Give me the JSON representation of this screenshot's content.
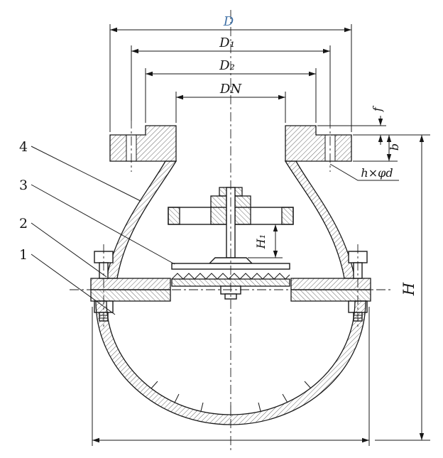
{
  "drawing": {
    "labels": {
      "D": "D",
      "D1": "D₁",
      "D2": "D₂",
      "DN": "DN",
      "f": "f",
      "b": "b",
      "hxd": "h×φd",
      "H1": "H₁",
      "H": "H"
    },
    "parts": {
      "p4": "4",
      "p3": "3",
      "p2": "2",
      "p1": "1"
    },
    "colors": {
      "ink": "#161616",
      "d_label": "#4273a8"
    }
  }
}
